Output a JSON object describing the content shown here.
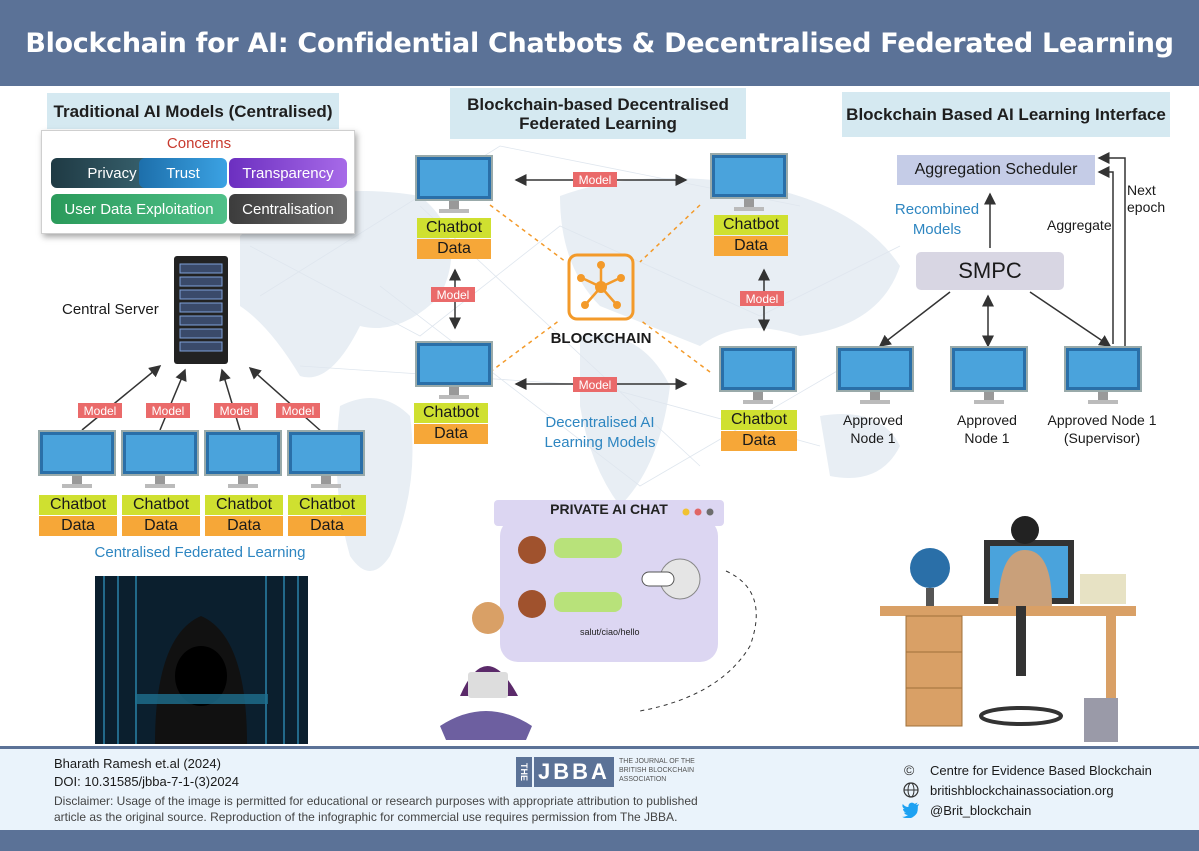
{
  "title": "Blockchain for AI: Confidential Chatbots & Decentralised Federated Learning",
  "left": {
    "title": "Traditional AI Models (Centralised)",
    "concerns_title": "Concerns",
    "concerns": [
      "Privacy",
      "Trust",
      "Transparency",
      "User Data Exploitation",
      "Centralisation"
    ],
    "server_label": "Central Server",
    "model_label": "Model",
    "chatbot_label": "Chatbot",
    "data_label": "Data",
    "caption": "Centralised Federated Learning"
  },
  "middle": {
    "title_line1": "Blockchain-based Decentralised",
    "title_line2": "Federated Learning",
    "model_label": "Model",
    "chatbot_label": "Chatbot",
    "data_label": "Data",
    "blockchain_label": "BLOCKCHAIN",
    "caption_line1": "Decentralised AI",
    "caption_line2": "Learning Models",
    "chat_title": "PRIVATE AI CHAT",
    "chat_text": "salut/ciao/hello"
  },
  "right": {
    "title": "Blockchain Based AI Learning Interface",
    "aggregation": "Aggregation Scheduler",
    "next_line1": "Next",
    "next_line2": "epoch",
    "aggregate": "Aggregate",
    "recombined_line1": "Recombined",
    "recombined_line2": "Models",
    "smpc": "SMPC",
    "nodes": [
      {
        "line1": "Approved",
        "line2": "Node 1"
      },
      {
        "line1": "Approved",
        "line2": "Node 1"
      },
      {
        "line1": "Approved Node 1",
        "line2": "(Supervisor)"
      }
    ]
  },
  "footer": {
    "author": "Bharath Ramesh et.al (2024)",
    "doi": "DOI: 10.31585/jbba-7-1-(3)2024",
    "disclaimer_line1": "Disclaimer: Usage of the image is permitted for educational or research purposes with appropriate attribution to published",
    "disclaimer_line2": "article as the original source. Reproduction of the infographic for commercial use requires permission from The JBBA.",
    "logo_the": "THE",
    "logo_jbba": "JBBA",
    "logo_sub1": "THE JOURNAL OF THE",
    "logo_sub2": "BRITISH BLOCKCHAIN",
    "logo_sub3": "ASSOCIATION",
    "copyright_icon": "©",
    "org": "Centre for Evidence Based Blockchain",
    "website": "britishblockchainassociation.org",
    "twitter": "@Brit_blockchain"
  },
  "colors": {
    "header": "#5b7297",
    "privacy": "#2f5560",
    "trust": "#2f8fd0",
    "transparency": "#8a4fd8",
    "exploitation": "#3aa86a",
    "centralisation": "#555555",
    "chatbot": "#cfe030",
    "data": "#f6a738",
    "model": "#ea6a6a",
    "blockchain": "#f39a2a"
  }
}
